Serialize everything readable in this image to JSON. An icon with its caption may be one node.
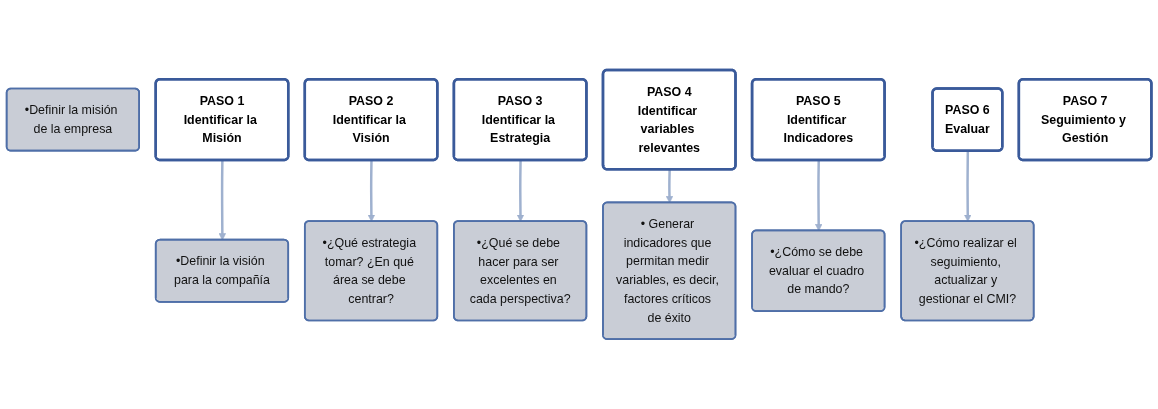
{
  "diagram": {
    "nodes": [
      {
        "text": [
          "•Definir la misión de la empresa"
        ]
      },
      {
        "text": [
          "PASO 1",
          "Identificar la Misión"
        ]
      },
      {
        "text": [
          "•Definir la visión para la compañía"
        ]
      },
      {
        "text": [
          "PASO 2",
          "Identificar la Visión"
        ]
      },
      {
        "text": [
          "•¿Qué estrategia tomar? ¿En qué área se debe centrar?"
        ]
      },
      {
        "text": [
          "PASO 3",
          "Identificar la Estrategia"
        ]
      },
      {
        "text": [
          "•¿Qué se debe hacer para ser excelentes en cada perspectiva?"
        ]
      },
      {
        "text": [
          "PASO 4",
          "Identificar variables relevantes"
        ]
      },
      {
        "text": [
          "• Generar indicadores que permitan medir variables, es decir, factores críticos de éxito"
        ]
      },
      {
        "text": [
          "PASO 5",
          "Identificar Indicadores"
        ]
      },
      {
        "text": [
          "•¿Cómo se debe evaluar el cuadro de mando?"
        ]
      },
      {
        "text": [
          "PASO 6",
          "Evaluar"
        ]
      },
      {
        "text": [
          "•¿Cómo realizar el seguimiento, actualizar y gestionar el CMI?"
        ]
      },
      {
        "text": [
          "PASO 7",
          "Seguimiento y Gestión"
        ]
      }
    ],
    "edges": [
      {
        "from": 1,
        "to": 2,
        "arrow": "to"
      },
      {
        "from": 3,
        "to": 4,
        "arrow": "to"
      },
      {
        "from": 5,
        "to": 6,
        "arrow": "to"
      },
      {
        "from": 7,
        "to": 8,
        "arrow": "to"
      },
      {
        "from": 9,
        "to": 10,
        "arrow": "to"
      },
      {
        "from": 11,
        "to": 12,
        "arrow": "to"
      }
    ]
  }
}
